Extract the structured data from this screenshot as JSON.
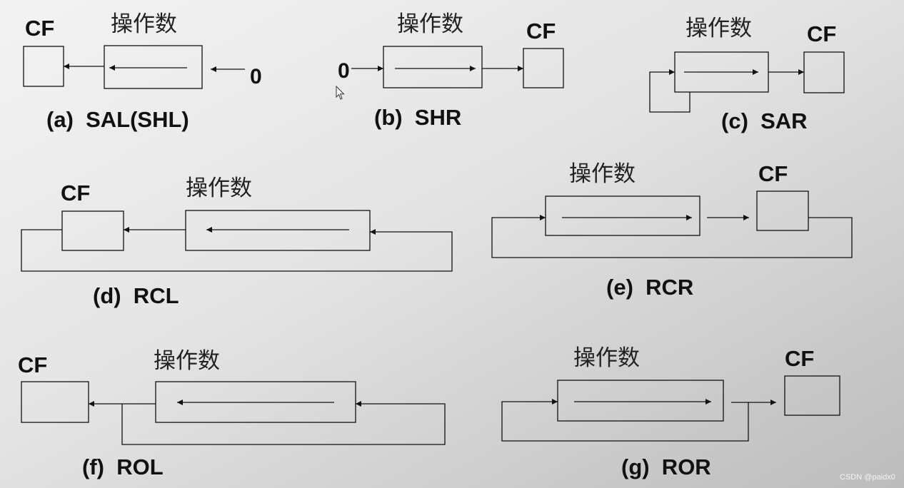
{
  "operand_label": "操作数",
  "cf_label": "CF",
  "zero_label": "0",
  "diagrams": {
    "a": {
      "caption": "(a)  SAL(SHL)"
    },
    "b": {
      "caption": "(b)  SHR"
    },
    "c": {
      "caption": "(c)  SAR"
    },
    "d": {
      "caption": "(d)  RCL"
    },
    "e": {
      "caption": "(e)  RCR"
    },
    "f": {
      "caption": "(f)  ROL"
    },
    "g": {
      "caption": "(g)  ROR"
    }
  },
  "watermark": "CSDN @paidx0",
  "colors": {
    "background_light": "#f5f5f5",
    "background_dark": "#bdbdbd",
    "line": "#111111"
  }
}
